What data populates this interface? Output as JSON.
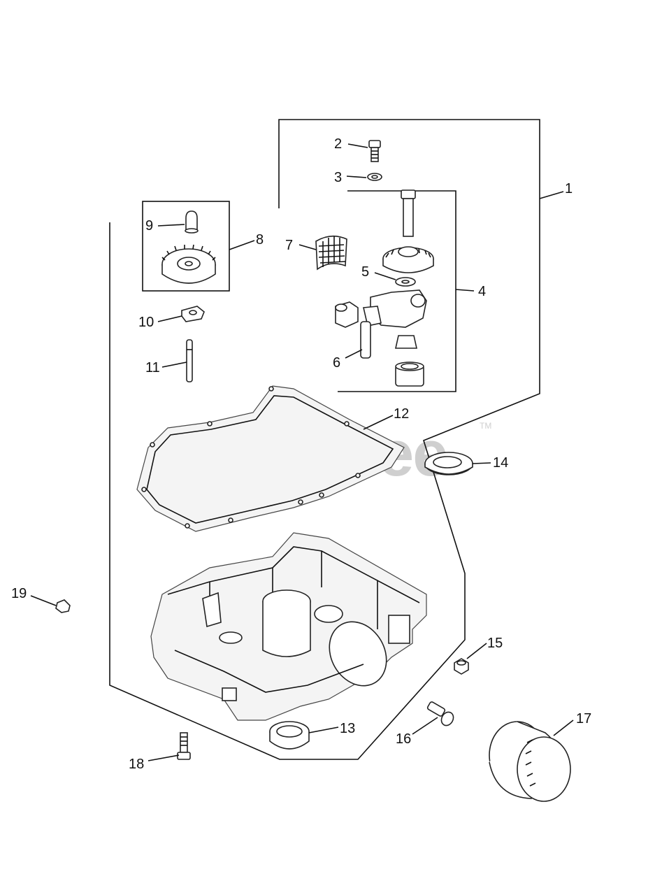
{
  "watermark": {
    "text": "PartsTree",
    "tm": "TM"
  },
  "labels": {
    "p1": "1",
    "p2": "2",
    "p3": "3",
    "p4": "4",
    "p5": "5",
    "p6": "6",
    "p7": "7",
    "p8": "8",
    "p9": "9",
    "p10": "10",
    "p11": "11",
    "p12": "12",
    "p13": "13",
    "p14": "14",
    "p15": "15",
    "p16": "16",
    "p17": "17",
    "p18": "18",
    "p19": "19"
  }
}
